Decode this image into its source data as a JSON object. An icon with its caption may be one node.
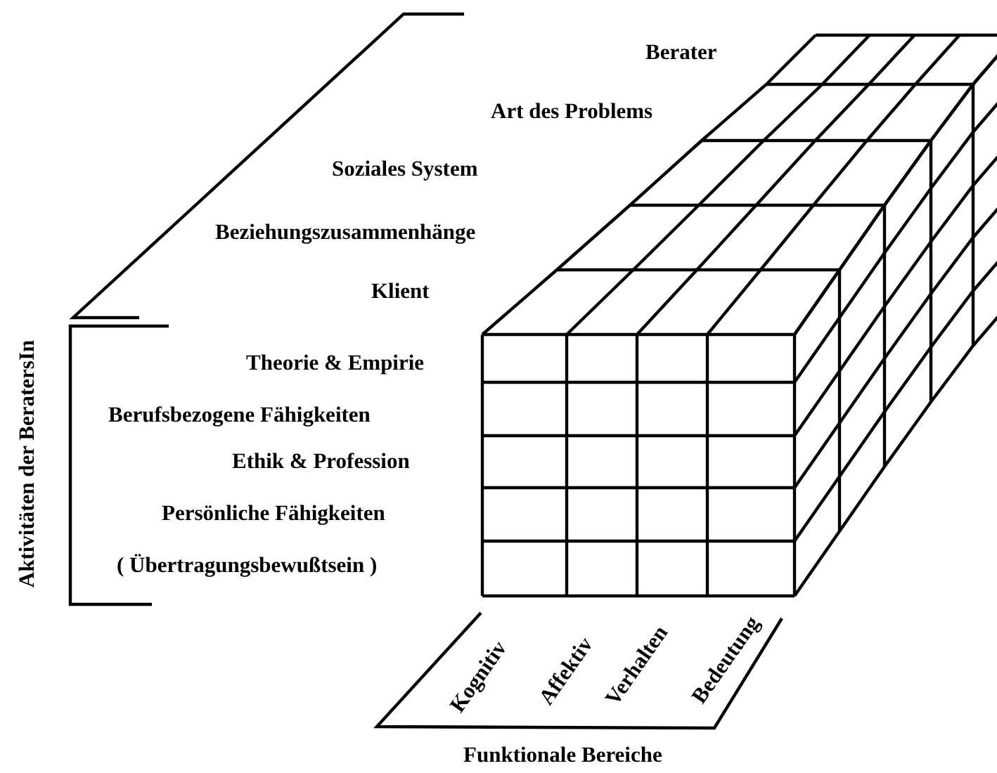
{
  "diagram": {
    "labels": [
      "Berater",
      "Art des Problems",
      "Soziales System",
      "Beziehungszusammenhänge",
      "Klient",
      "Theorie & Empirie",
      "Berufsbezogene Fähigkeiten",
      "Ethik & Profession",
      "Persönliche Fähigkeiten",
      "( Übertragungsbewußtsein )",
      "Aktivitäten der BeratersIn",
      "Kognitiv",
      "Affektiv",
      "Verhalten",
      "Bedeutung",
      "Funktionale Bereiche"
    ]
  }
}
